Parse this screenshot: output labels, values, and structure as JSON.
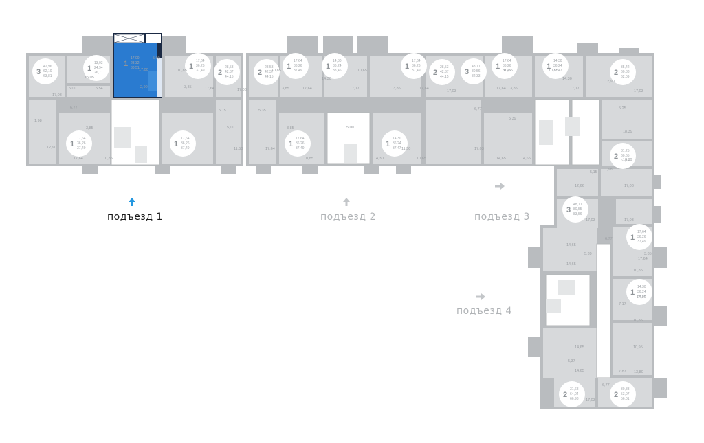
{
  "colors": {
    "selected": "#2a7bd0",
    "selected_border": "#1b2a44",
    "inactive": "#b0b3b6",
    "active_arrow": "#2497e0"
  },
  "entrances": [
    {
      "label": "подъезд 1",
      "active": true
    },
    {
      "label": "подъезд 2",
      "active": false
    },
    {
      "label": "подъезд 3",
      "active": false
    },
    {
      "label": "подъезд 4",
      "active": false
    }
  ],
  "apartments": [
    {
      "id": "a1",
      "rooms": "3",
      "areas": [
        "42,96",
        "62,10",
        "63,81"
      ]
    },
    {
      "id": "a2",
      "rooms": "1",
      "areas": [
        "13,03",
        "24,94",
        "26,71"
      ]
    },
    {
      "id": "a3",
      "rooms": "1",
      "areas": [
        "17,00",
        "28,32",
        "30,51"
      ],
      "selected": true
    },
    {
      "id": "a4",
      "rooms": "1",
      "areas": [
        "17,64",
        "36,26",
        "37,49"
      ]
    },
    {
      "id": "a5",
      "rooms": "2",
      "areas": [
        "28,53",
        "42,37",
        "44,15"
      ]
    },
    {
      "id": "a6",
      "rooms": "2",
      "areas": [
        "28,53",
        "42,37",
        "44,15"
      ]
    },
    {
      "id": "a7",
      "rooms": "1",
      "areas": [
        "17,64",
        "36,26",
        "37,49"
      ]
    },
    {
      "id": "a8",
      "rooms": "1",
      "areas": [
        "14,30",
        "36,24",
        "38,46"
      ]
    },
    {
      "id": "a9",
      "rooms": "1",
      "areas": [
        "17,64",
        "36,26",
        "37,49"
      ]
    },
    {
      "id": "a10",
      "rooms": "2",
      "areas": [
        "28,53",
        "42,37",
        "44,15"
      ]
    },
    {
      "id": "a11",
      "rooms": "3",
      "areas": [
        "48,71",
        "80,56",
        "82,33"
      ]
    },
    {
      "id": "a12",
      "rooms": "1",
      "areas": [
        "17,64",
        "36,26",
        "37,49"
      ]
    },
    {
      "id": "a13",
      "rooms": "1",
      "areas": [
        "14,30",
        "36,24",
        "37,47"
      ]
    },
    {
      "id": "a14",
      "rooms": "2",
      "areas": [
        "35,42",
        "60,38",
        "62,09"
      ]
    },
    {
      "id": "a15",
      "rooms": "1",
      "areas": [
        "17,64",
        "36,26",
        "37,49"
      ]
    },
    {
      "id": "a16",
      "rooms": "1",
      "areas": [
        "17,64",
        "36,26",
        "37,49"
      ]
    },
    {
      "id": "a17",
      "rooms": "1",
      "areas": [
        "17,64",
        "36,26",
        "37,49"
      ]
    },
    {
      "id": "a18",
      "rooms": "1",
      "areas": [
        "14,30",
        "36,24",
        "37,47"
      ]
    },
    {
      "id": "a19",
      "rooms": "2",
      "areas": [
        "31,25",
        "60,65",
        "61,79"
      ]
    },
    {
      "id": "a20",
      "rooms": "3",
      "areas": [
        "48,71",
        "80,55",
        "83,56"
      ]
    },
    {
      "id": "a21",
      "rooms": "1",
      "areas": [
        "17,64",
        "36,26",
        "37,49"
      ]
    },
    {
      "id": "a22",
      "rooms": "1",
      "areas": [
        "14,30",
        "36,24",
        "38,46"
      ]
    },
    {
      "id": "a23",
      "rooms": "2",
      "areas": [
        "31,68",
        "64,04",
        "66,98"
      ]
    },
    {
      "id": "a24",
      "rooms": "2",
      "areas": [
        "30,83",
        "53,07",
        "56,01"
      ]
    }
  ],
  "room_labels": [
    "17,03",
    "5,00",
    "5,54",
    "15,05",
    "5,00",
    "2,90",
    "17,00",
    "10,85",
    "3,85",
    "17,64",
    "17,03",
    "6,77",
    "1,98",
    "3,85",
    "12,90",
    "17,64",
    "10,85",
    "11,50",
    "5,00",
    "5,15",
    "10,85",
    "3,85",
    "17,64",
    "14,30",
    "7,17",
    "10,65",
    "3,85",
    "17,64",
    "17,03",
    "10,65",
    "3,85",
    "17,64",
    "10,85",
    "7,17",
    "14,30",
    "12,90",
    "17,03",
    "5,35",
    "3,85",
    "17,64",
    "10,85",
    "5,00",
    "11,50",
    "14,30",
    "10,65",
    "17,03",
    "6,77",
    "5,39",
    "14,65",
    "14,65",
    "5,25",
    "18,39",
    "18,39",
    "5,15",
    "1,98",
    "12,66",
    "17,03",
    "17,03",
    "17,03",
    "6,77",
    "14,65",
    "14,65",
    "5,39",
    "17,64",
    "3,85",
    "10,85",
    "7,17",
    "14,30",
    "10,85",
    "10,95",
    "14,65",
    "14,65",
    "5,37",
    "13,80",
    "17,03",
    "6,77",
    "7,87"
  ]
}
